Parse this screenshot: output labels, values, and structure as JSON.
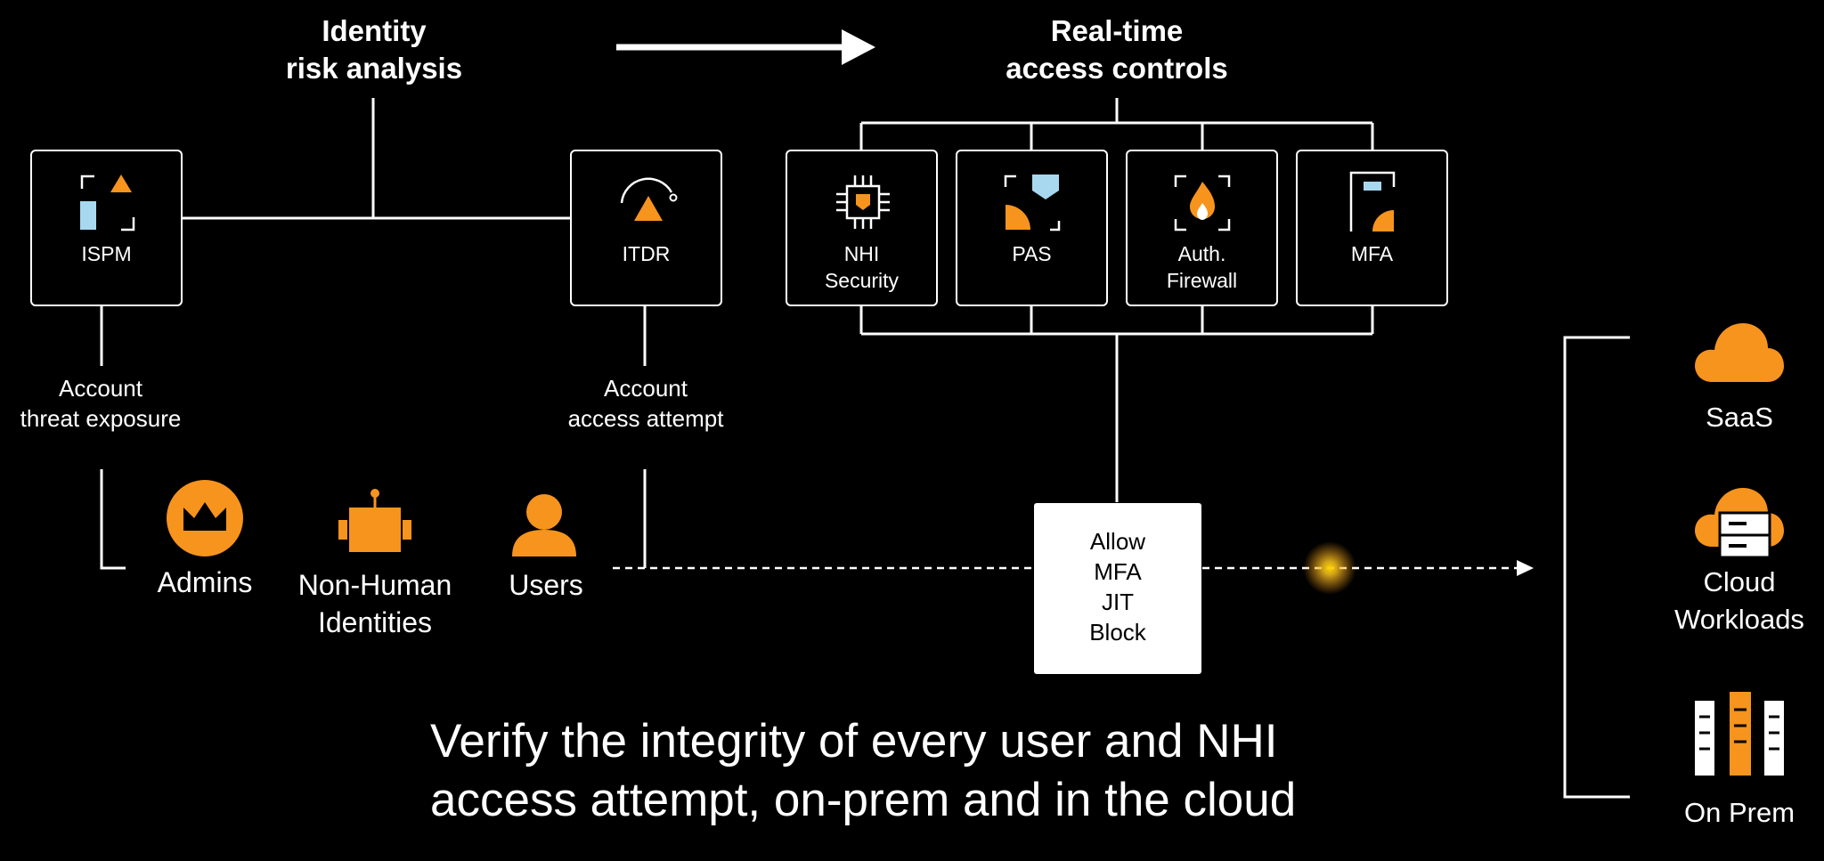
{
  "header": {
    "left_title": [
      "Identity",
      "risk analysis"
    ],
    "right_title": [
      "Real-time",
      "access controls"
    ]
  },
  "analysis_boxes": [
    {
      "label": [
        "ISPM"
      ],
      "icon": "ispm-icon"
    },
    {
      "label": [
        "ITDR"
      ],
      "icon": "itdr-gauge-icon"
    }
  ],
  "control_boxes": [
    {
      "label": [
        "NHI",
        "Security"
      ],
      "icon": "chip-icon"
    },
    {
      "label": [
        "PAS"
      ],
      "icon": "shield-icon"
    },
    {
      "label": [
        "Auth.",
        "Firewall"
      ],
      "icon": "flame-icon"
    },
    {
      "label": [
        "MFA"
      ],
      "icon": "phone-icon"
    }
  ],
  "signals": {
    "left": [
      "Account",
      "threat exposure"
    ],
    "right": [
      "Account",
      "access attempt"
    ]
  },
  "identities": [
    {
      "label": [
        "Admins"
      ],
      "icon": "crown-icon"
    },
    {
      "label": [
        "Non-Human",
        "Identities"
      ],
      "icon": "robot-icon"
    },
    {
      "label": [
        "Users"
      ],
      "icon": "user-icon"
    }
  ],
  "decision": [
    "Allow",
    "MFA",
    "JIT",
    "Block"
  ],
  "targets": [
    {
      "label": [
        "SaaS"
      ],
      "icon": "cloud-icon"
    },
    {
      "label": [
        "Cloud",
        "Workloads"
      ],
      "icon": "cloud-server-icon"
    },
    {
      "label": [
        "On Prem"
      ],
      "icon": "server-rack-icon"
    }
  ],
  "footer": [
    "Verify the integrity of every user and NHI",
    "access attempt, on-prem and in the cloud"
  ],
  "colors": {
    "background": "#000000",
    "accent": "#f7941d",
    "accent_light": "#fbb03b",
    "icon_blue": "#a8d8f0",
    "line": "#ffffff"
  }
}
